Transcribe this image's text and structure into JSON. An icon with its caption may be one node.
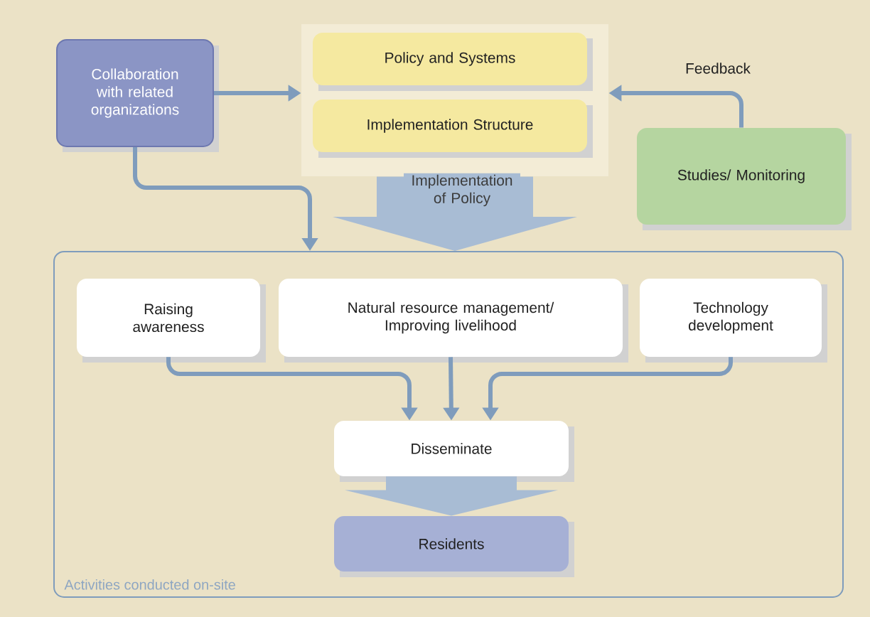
{
  "diagram": {
    "nodes": [
      {
        "text": [
          "Collaboration with related organizations"
        ]
      },
      {
        "text": [],
        "shape": "box"
      },
      {
        "text": [
          "Policy and Systems"
        ],
        "in": 1
      },
      {
        "text": [
          "Implementation Structure"
        ],
        "in": 1
      },
      {
        "text": [
          "Studies/ Monitoring"
        ]
      },
      {
        "text": [
          "Activities conducted on-site"
        ]
      },
      {
        "text": [
          "Raising awareness"
        ],
        "in": 5
      },
      {
        "text": [
          "Natural resource management/ Improving livelihood"
        ],
        "in": 5
      },
      {
        "text": [
          "Technology development"
        ],
        "in": 5
      },
      {
        "text": [
          "Disseminate"
        ],
        "in": 5
      },
      {
        "text": [
          "Residents"
        ],
        "in": 5
      }
    ],
    "edges": [
      {
        "from": 0,
        "to": 1,
        "arrow": "to"
      },
      {
        "from": 4,
        "to": 1,
        "arrow": "to",
        "label": "Feedback"
      },
      {
        "from": 1,
        "to": 5,
        "arrow": "to",
        "label": "Implementation of Policy",
        "style": "thick"
      },
      {
        "from": 0,
        "to": 5,
        "arrow": "to"
      },
      {
        "from": 6,
        "to": 9,
        "arrow": "to"
      },
      {
        "from": 7,
        "to": 9,
        "arrow": "to"
      },
      {
        "from": 8,
        "to": 9,
        "arrow": "to"
      },
      {
        "from": 9,
        "to": 10,
        "arrow": "to",
        "style": "thick"
      }
    ]
  }
}
